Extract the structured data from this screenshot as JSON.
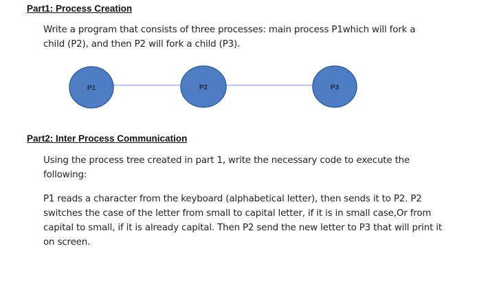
{
  "part1": {
    "heading": "Part1: Process Creation",
    "lines": [
      "Write a program that consists of three processes: main process P1which will fork a",
      "child (P2), and then P2 will fork a child (P3)."
    ]
  },
  "diagram": {
    "nodes": [
      {
        "label": "P1"
      },
      {
        "label": "P2"
      },
      {
        "label": "P3"
      }
    ],
    "node_fill": "#4f7dc3",
    "node_stroke": "#37609e",
    "edge_color": "#8aaad6"
  },
  "part2": {
    "heading": "Part2: Inter Process Communication",
    "intro_lines": [
      "Using the process tree created in part 1, write the necessary code to execute the",
      "following:"
    ],
    "body_lines": [
      "P1 reads a character from the keyboard (alphabetical letter), then sends it to P2. P2",
      "switches the case of the letter from small to capital letter, if it is in small case,Or from",
      "capital to small, if it is already capital. Then P2 send the new letter to P3 that will print it",
      "on screen."
    ]
  }
}
